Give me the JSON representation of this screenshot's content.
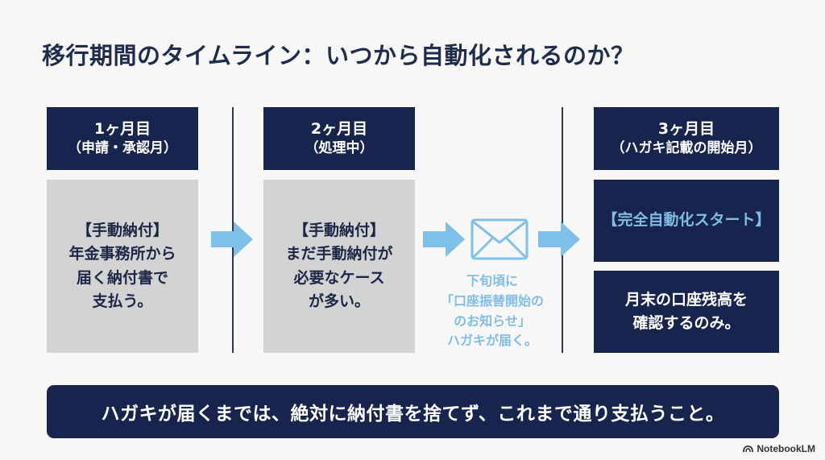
{
  "title": "移行期間のタイムライン：いつから自動化されるのか？",
  "month1": {
    "header_line1": "1ヶ月目",
    "header_line2": "（申請・承認月）",
    "body": "【手動納付】\n年金事務所から\n届く納付書で\n支払う。"
  },
  "month2": {
    "header_line1": "2ヶ月目",
    "header_line2": "（処理中）",
    "body": "【手動納付】\nまだ手動納付が\n必要なケース\nが多い。"
  },
  "notice": {
    "icon": "envelope-icon",
    "text": "下旬頃に\n「口座振替開始の\nのお知らせ」\nハガキが届く。"
  },
  "month3": {
    "header_line1": "3ヶ月目",
    "header_line2": "（ハガキ記載の開始月）",
    "highlight": "【完全自動化スタート】",
    "body": "月末の口座残高を\n確認するのみ。"
  },
  "banner": "ハガキが届くまでは、絶対に納付書を捨てず、これまで通り支払うこと。",
  "brand": "NotebookLM",
  "colors": {
    "navy": "#17244d",
    "gray_box": "#d3d3d3",
    "accent_blue": "#7fbde6",
    "arrow_blue": "#7ec0ea"
  }
}
